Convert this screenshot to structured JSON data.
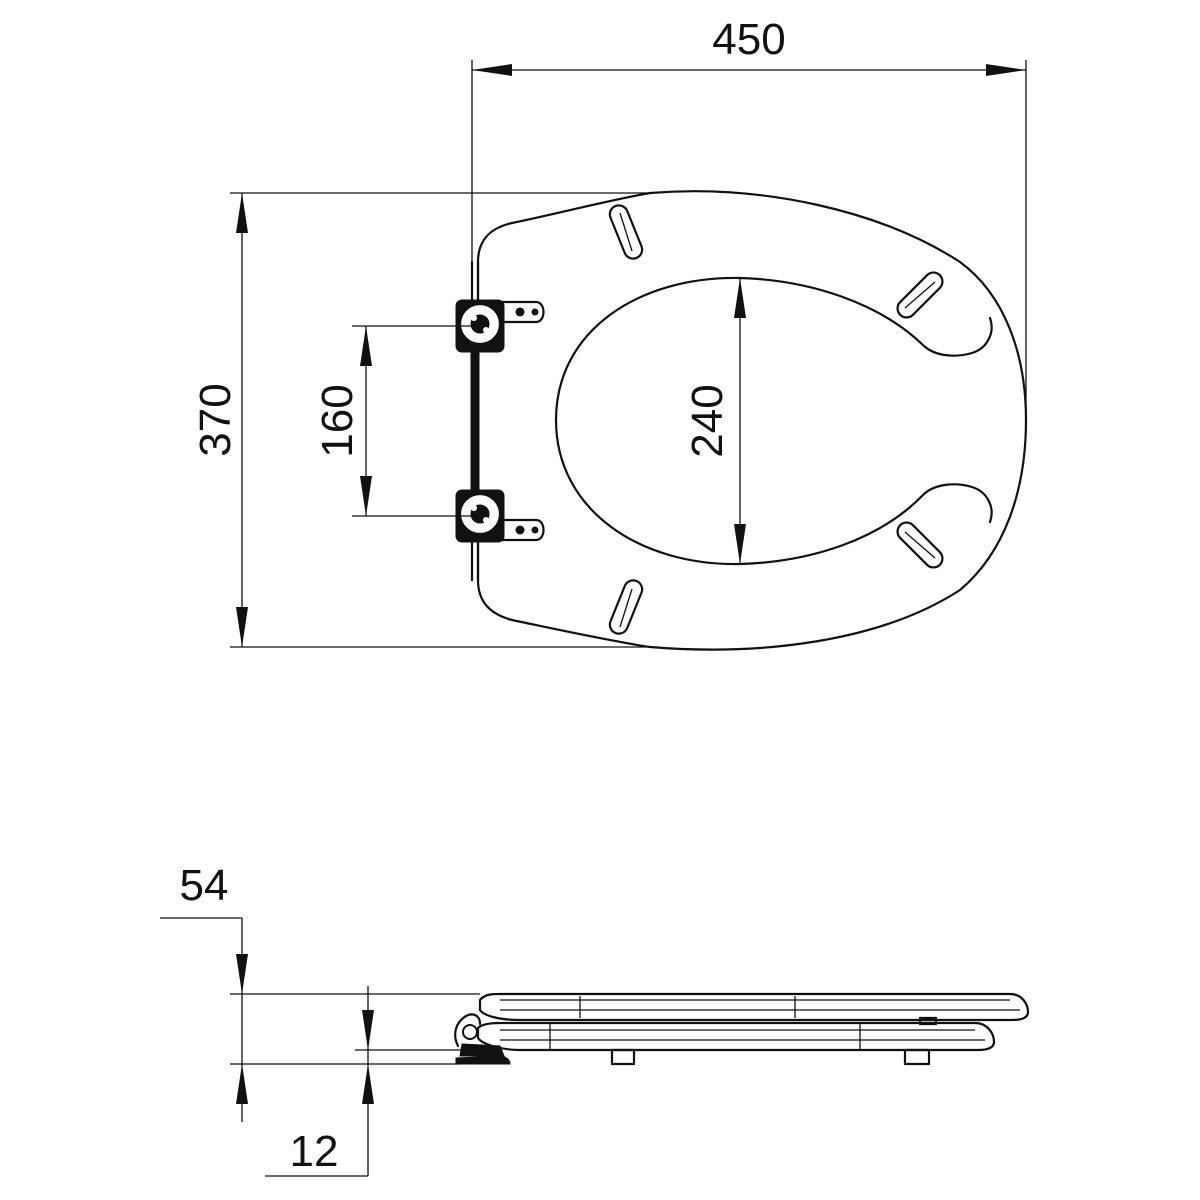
{
  "dimensions": {
    "overall_length": "450",
    "overall_width": "370",
    "hinge_spacing": "160",
    "inner_opening": "240",
    "total_height": "54",
    "seat_thickness": "12"
  },
  "colors": {
    "line": "#111111",
    "background": "#ffffff"
  }
}
